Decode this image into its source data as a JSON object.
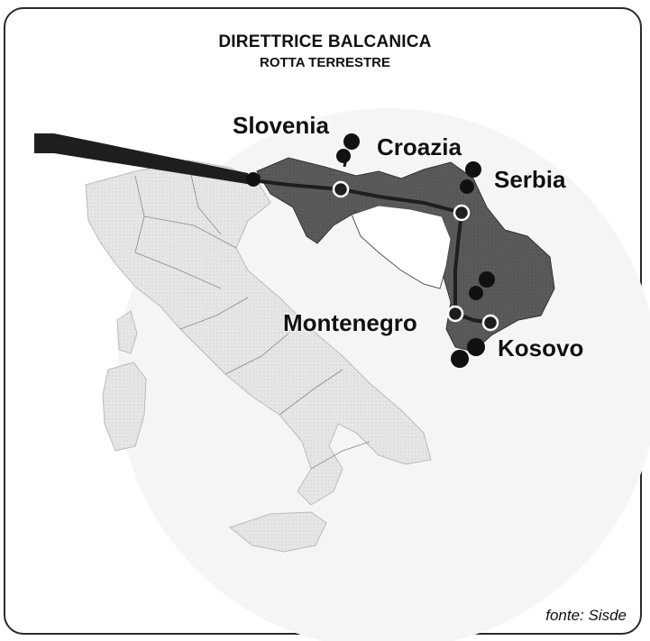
{
  "header": {
    "title": "DIRETTRICE BALCANICA",
    "subtitle": "ROTTA TERRESTRE"
  },
  "labels": {
    "slovenia": "Slovenia",
    "croazia": "Croazia",
    "serbia": "Serbia",
    "montenegro": "Montenegro",
    "kosovo": "Kosovo"
  },
  "source": "fonte: Sisde",
  "colors": {
    "land_light": "#e4e4e4",
    "land_dark": "#5c5c5c",
    "route": "#1e1e1e",
    "frame": "#2a2a2a"
  }
}
